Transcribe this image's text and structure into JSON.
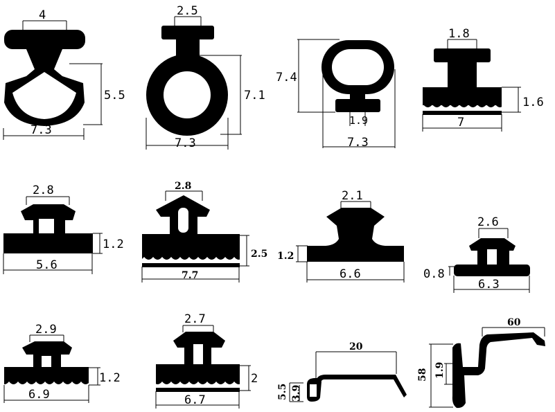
{
  "profiles": [
    {
      "id": "p1",
      "labels": [
        "4",
        "5.5",
        "7.3"
      ]
    },
    {
      "id": "p2",
      "labels": [
        "2.5",
        "7.1",
        "7.3"
      ]
    },
    {
      "id": "p3",
      "labels": [
        "7.4",
        "1.9",
        "7.3"
      ]
    },
    {
      "id": "p4",
      "labels": [
        "1.8",
        "1.6",
        "7"
      ]
    },
    {
      "id": "p5",
      "labels": [
        "2.8",
        "1.2",
        "5.6"
      ]
    },
    {
      "id": "p6",
      "labels": [
        "2.8",
        "2.5",
        "7.7"
      ]
    },
    {
      "id": "p7",
      "labels": [
        "2.1",
        "1.2",
        "6.6"
      ]
    },
    {
      "id": "p8",
      "labels": [
        "2.6",
        "0.8",
        "6.3"
      ]
    },
    {
      "id": "p9",
      "labels": [
        "2.9",
        "1.2",
        "6.9"
      ]
    },
    {
      "id": "p10",
      "labels": [
        "2.7",
        "2",
        "6.7"
      ]
    },
    {
      "id": "p11",
      "labels": [
        "20",
        "5.5",
        "3.9"
      ]
    },
    {
      "id": "p12",
      "labels": [
        "60",
        "58",
        "1.9"
      ]
    }
  ]
}
